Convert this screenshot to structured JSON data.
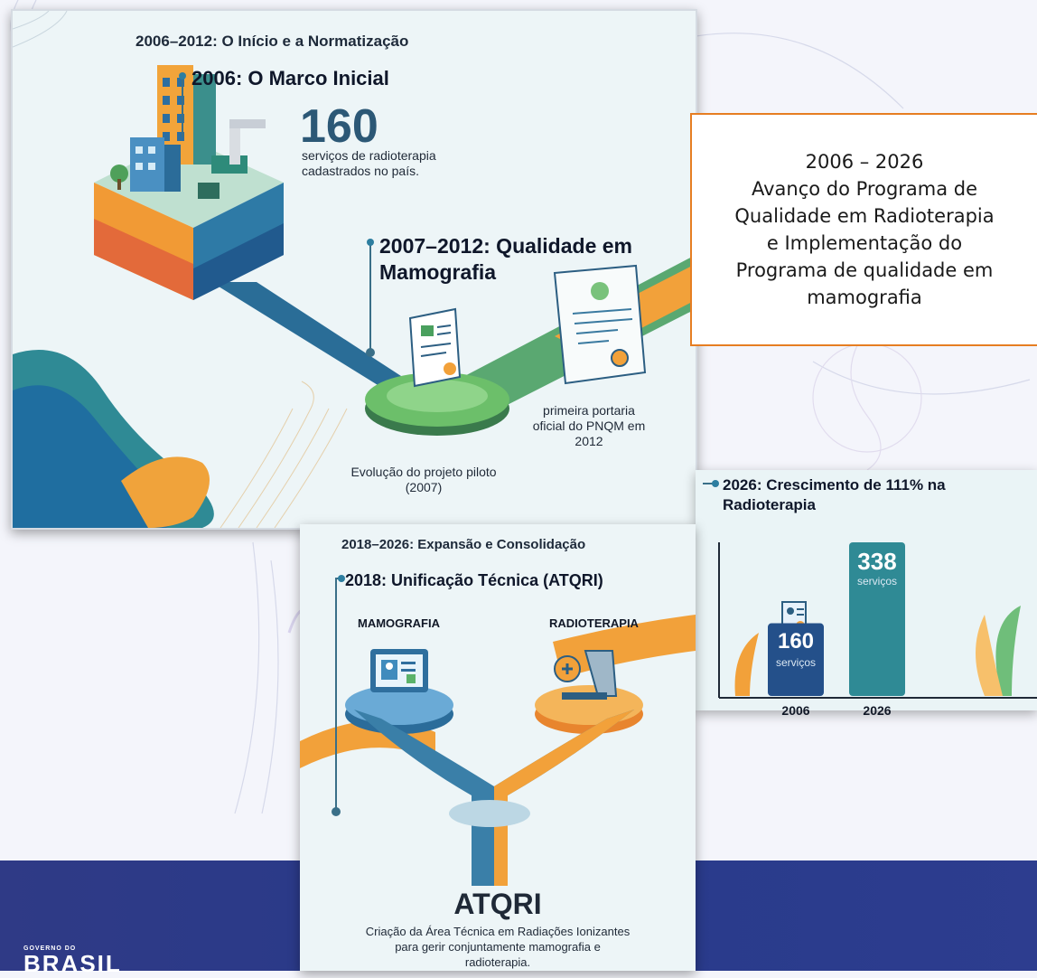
{
  "panel1": {
    "heading": "2006–2012: O Início e a Normatização",
    "marco_title": "2006: O Marco Inicial",
    "big_number": "160",
    "services_text": "serviços de radioterapia cadastrados no país.",
    "quality_title": "2007–2012: Qualidade em Mamografia",
    "portaria_text": "primeira portaria oficial do PNQM em 2012",
    "pilot_text": "Evolução do projeto piloto (2007)"
  },
  "note_box": {
    "lines": [
      "2006 – 2026",
      "Avanço do Programa de",
      "Qualidade em Radioterapia",
      "e Implementação do",
      "Programa de qualidade em",
      "mamografia"
    ]
  },
  "panel2": {
    "heading": "2018–2026: Expansão e Consolidação",
    "unification_title": "2018: Unificação Técnica (ATQRI)",
    "left_label": "MAMOGRAFIA",
    "right_label": "RADIOTERAPIA",
    "atqri": "ATQRI",
    "description": "Criação da Área Técnica em Radiações Ionizantes para gerir conjuntamente mamografia e radioterapia."
  },
  "chart_data": {
    "type": "bar",
    "title": "2026: Crescimento de 111% na Radioterapia",
    "categories": [
      "2006",
      "2026"
    ],
    "values": [
      160,
      338
    ],
    "value_labels": [
      "160",
      "338"
    ],
    "value_unit": "serviços",
    "colors": [
      "#24508a",
      "#2f8a95"
    ]
  },
  "footer": {
    "gov_small": "GOVERNO DO",
    "gov_big": "BRASIL"
  }
}
